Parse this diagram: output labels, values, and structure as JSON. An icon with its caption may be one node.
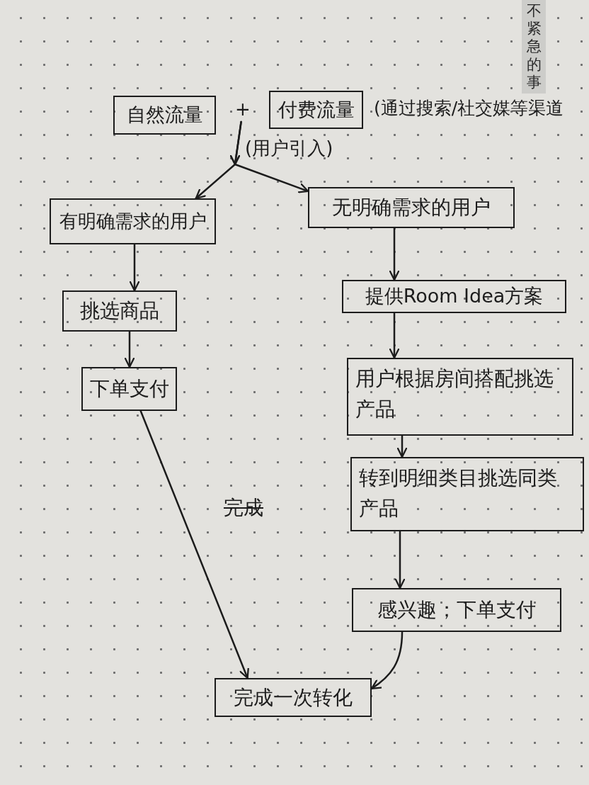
{
  "diagram": {
    "nodes": [
      {
        "text": [
          "自然流量"
        ]
      },
      {
        "text": [
          "+"
        ]
      },
      {
        "text": [
          "付费流量"
        ],
        "beside": [
          "(通过搜索/社交媒等渠道"
        ]
      },
      {
        "text": [
          "有明确需求的用户"
        ]
      },
      {
        "text": [
          "无明确需求的用户"
        ]
      },
      {
        "text": [
          "挑选商品"
        ]
      },
      {
        "text": [
          "下单支付"
        ]
      },
      {
        "text": [
          "提供Room Idea方案"
        ]
      },
      {
        "text": [
          "用户根据房间搭配挑选产品"
        ]
      },
      {
        "text": [
          "转到明细类目挑选同类产品"
        ]
      },
      {
        "text": [
          "感兴趣；下单支付"
        ]
      },
      {
        "text": [
          "完成一次转化"
        ]
      }
    ],
    "edges": [
      {
        "from": 1,
        "to": 3,
        "arrow": "to"
      },
      {
        "from": 1,
        "to": 4,
        "arrow": "to"
      },
      {
        "from": 3,
        "to": 5,
        "arrow": "to"
      },
      {
        "from": 5,
        "to": 6,
        "arrow": "to"
      },
      {
        "from": 6,
        "to": 11,
        "arrow": "to"
      },
      {
        "from": 4,
        "to": 7,
        "arrow": "to"
      },
      {
        "from": 7,
        "to": 8,
        "arrow": "to"
      },
      {
        "from": 8,
        "to": 9,
        "arrow": "to"
      },
      {
        "from": 9,
        "to": 10,
        "arrow": "to"
      },
      {
        "from": 10,
        "to": 11,
        "arrow": "to"
      }
    ],
    "labels": [
      "不紧急的事",
      "(用户引入)",
      "完成"
    ]
  }
}
